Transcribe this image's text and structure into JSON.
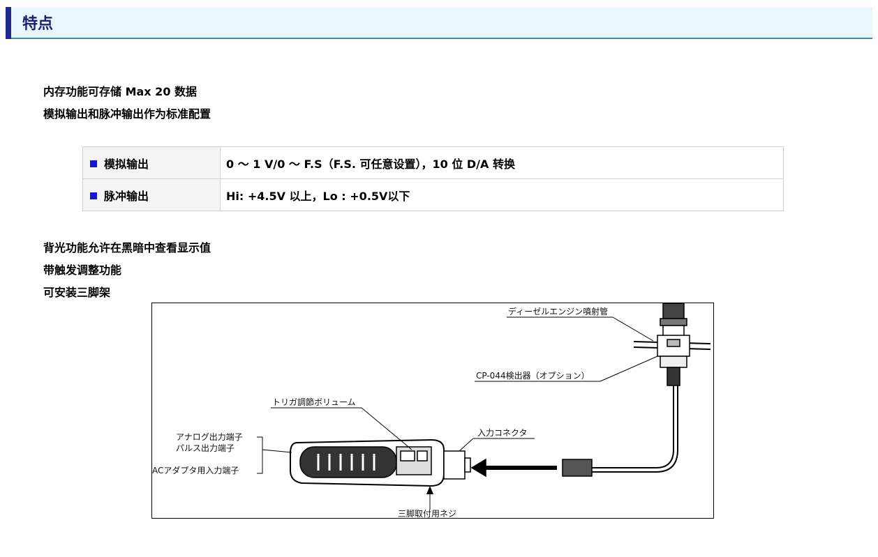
{
  "section": {
    "title": "特点"
  },
  "features_top": [
    "内存功能可存储 Max 20 数据",
    "模拟输出和脉冲输出作为标准配置"
  ],
  "spec_table": [
    {
      "label": "模拟输出",
      "value": "0 ～ 1 V/0 ～ F.S（F.S. 可任意设置），10 位 D/A 转换"
    },
    {
      "label": "脉冲输出",
      "value": "Hi: +4.5V 以上，Lo : +0.5V以下"
    }
  ],
  "features_bottom": [
    "背光功能允许在黑暗中查看显示值",
    "带触发调整功能",
    "可安装三脚架"
  ],
  "diagram": {
    "labels": {
      "diesel_pipe": "ディーゼルエンジン噴射管",
      "detector": "CP-044検出器（オプション）",
      "trigger_volume": "トリガ調節ボリューム",
      "input_connector": "入力コネクタ",
      "analog_terminal": "アナログ出力端子",
      "pulse_terminal": "パルス出力端子",
      "ac_adapter_terminal": "ACアダプタ用入力端子",
      "tripod_screw": "三脚取付用ネジ"
    }
  },
  "colors": {
    "header_bar": "#1d2a8c",
    "header_bg": "#eaf6fd",
    "header_line": "#3a8fb7",
    "bullet": "#1515d6"
  }
}
